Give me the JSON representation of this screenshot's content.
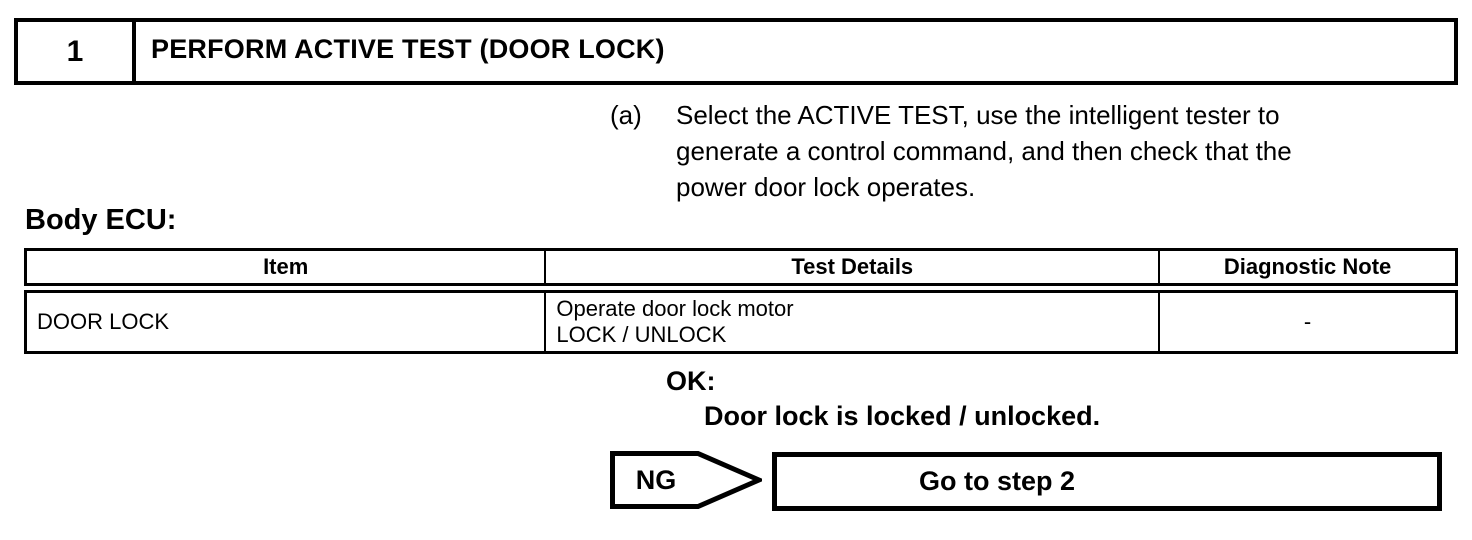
{
  "colors": {
    "ink": "#000000",
    "paper": "#ffffff"
  },
  "step_header": {
    "number": "1",
    "title": "PERFORM ACTIVE TEST (DOOR LOCK)"
  },
  "instruction": {
    "marker": "(a)",
    "text": "Select the ACTIVE TEST, use the intelligent tester to\ngenerate a control command, and then check that the\npower door lock operates."
  },
  "section_label": "Body ECU:",
  "table": {
    "headers": [
      "Item",
      "Test Details",
      "Diagnostic Note"
    ],
    "rows": [
      {
        "item": "DOOR LOCK",
        "test_details": "Operate door lock motor\nLOCK / UNLOCK",
        "diagnostic_note": "-"
      }
    ]
  },
  "result": {
    "ok_label": "OK:",
    "ok_text": "Door lock is locked / unlocked."
  },
  "flow": {
    "ng_label": "NG",
    "action": "Go to step 2"
  }
}
